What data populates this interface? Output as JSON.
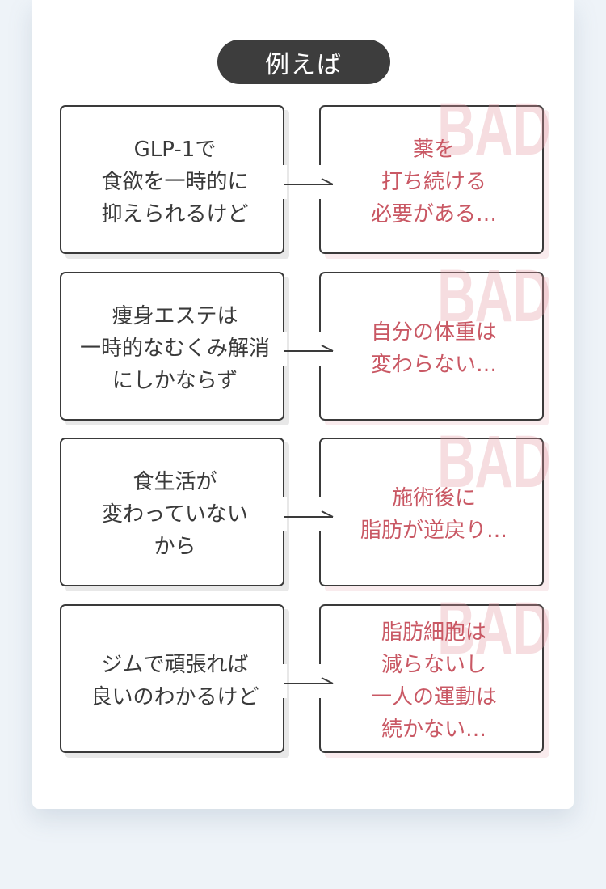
{
  "badge_label": "例えば",
  "rows": [
    {
      "cause": "GLP-1で\n食欲を一時的に\n抑えられるけど",
      "result": "薬を\n打ち続ける\n必要がある…",
      "tag": "BAD"
    },
    {
      "cause": "痩身エステは\n一時的なむくみ解消\nにしかならず",
      "result": "自分の体重は\n変わらない…",
      "tag": "BAD"
    },
    {
      "cause": "食生活が\n変わっていない\nから",
      "result": "施術後に\n脂肪が逆戻り…",
      "tag": "BAD"
    },
    {
      "cause": "ジムで頑張れば\n良いのわかるけど",
      "result": "脂肪細胞は\n減らないし\n一人の運動は\n続かない…",
      "tag": "BAD"
    }
  ],
  "colors": {
    "result_text": "#c95864",
    "result_bg": "#f9ebed",
    "cause_bg": "#e8e8e8",
    "badge_bg": "#3d3d3d"
  }
}
